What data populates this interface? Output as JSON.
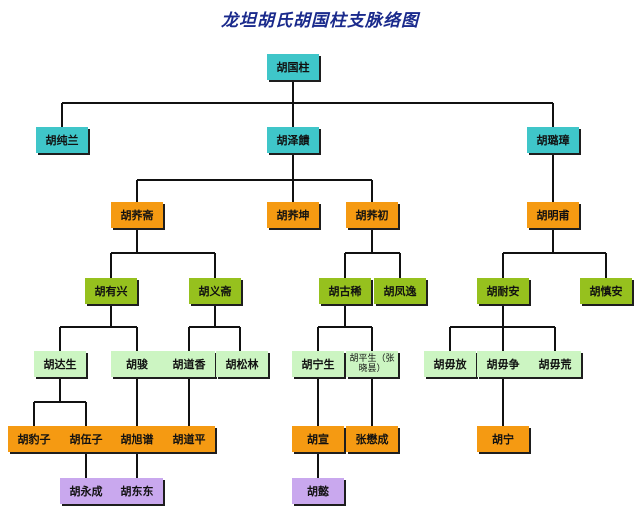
{
  "title": "龙坦胡氏胡国柱支脉络图",
  "nodes": {
    "guozhu": "胡国柱",
    "chunlan": "胡纯兰",
    "zeqian": "胡泽饋",
    "lianzhang": "胡璐璋",
    "jingzhai": "胡荞斋",
    "jingkun": "胡荞坤",
    "jingchu": "胡荞初",
    "mingfu": "胡明甫",
    "youxing": "胡有兴",
    "yizhai": "胡义斋",
    "guxi": "胡古稀",
    "fengyi": "胡凤逸",
    "naian": "胡耐安",
    "zhenan": "胡慎安",
    "dasheng": "胡达生",
    "jun": "胡骏",
    "daoxiang": "胡道香",
    "songlin": "胡松林",
    "ningsheng": "胡宁生",
    "pingsheng": "胡平生（张晓昙）",
    "wufang": "胡毋放",
    "wuzheng": "胡毋争",
    "wuhuang": "胡毋荒",
    "baozi": "胡豹子",
    "wuzi": "胡伍子",
    "xuzhe": "胡旭谱",
    "daoping": "胡道平",
    "xuan": "胡宣",
    "zhangmaocheng": "张懋成",
    "ning": "胡宁",
    "yongcheng": "胡永成",
    "dongdong": "胡东东",
    "yi": "胡懿"
  },
  "colors": {
    "teal": "#3fc6c9",
    "orange": "#f59a12",
    "green": "#96c11e",
    "light_green": "#ccf5c2",
    "purple": "#c9a8ee",
    "title": "#1a2a8c"
  }
}
